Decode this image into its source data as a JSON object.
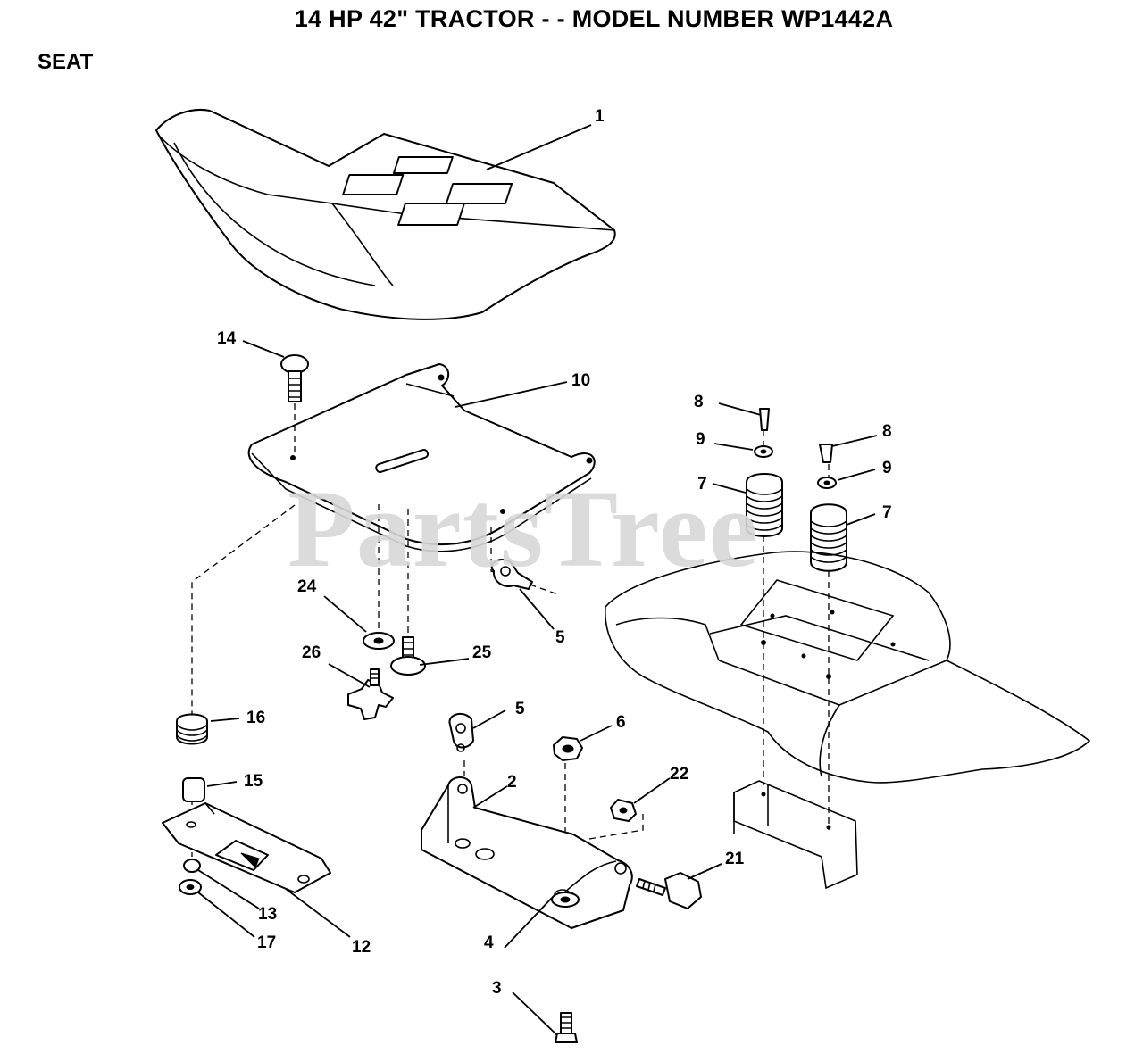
{
  "title": "14 HP 42\" TRACTOR - - MODEL NUMBER WP1442A",
  "section": "SEAT",
  "watermark": "PartsTree",
  "callouts": {
    "c1": "1",
    "c2": "2",
    "c3": "3",
    "c4": "4",
    "c5a": "5",
    "c5b": "5",
    "c6": "6",
    "c7a": "7",
    "c7b": "7",
    "c8a": "8",
    "c8b": "8",
    "c9a": "9",
    "c9b": "9",
    "c10": "10",
    "c12": "12",
    "c13": "13",
    "c14": "14",
    "c15": "15",
    "c16": "16",
    "c17": "17",
    "c21": "21",
    "c22": "22",
    "c24": "24",
    "c25": "25",
    "c26": "26"
  }
}
